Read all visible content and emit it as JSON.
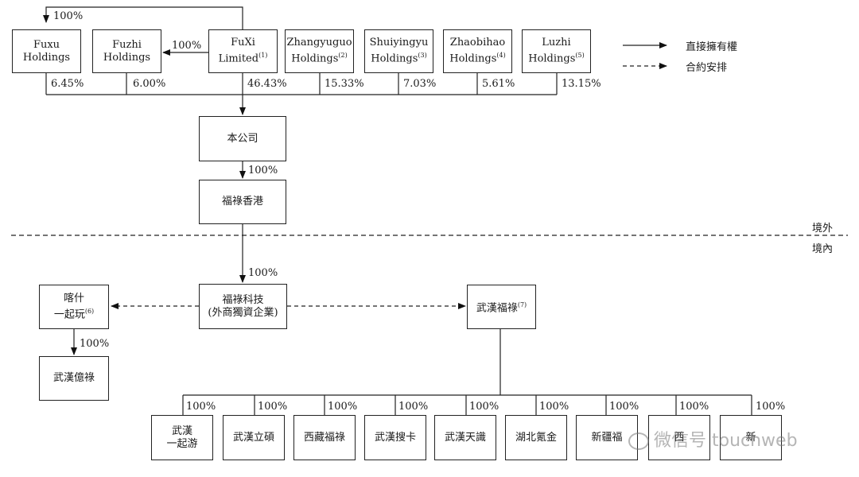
{
  "shareholders": {
    "fuxu": {
      "line1": "Fuxu",
      "line2": "Holdings"
    },
    "fuzhi": {
      "line1": "Fuzhi",
      "line2": "Holdings"
    },
    "fuxi": {
      "line1": "FuXi",
      "line2": "Limited",
      "note": "(1)"
    },
    "zhangyuguo": {
      "line1": "Zhangyuguo",
      "line2": "Holdings",
      "note": "(2)"
    },
    "shuiyingyu": {
      "line1": "Shuiyingyu",
      "line2": "Holdings",
      "note": "(3)"
    },
    "zhaobihao": {
      "line1": "Zhaobihao",
      "line2": "Holdings",
      "note": "(4)"
    },
    "luzhi": {
      "line1": "Luzhi",
      "line2": "Holdings",
      "note": "(5)"
    }
  },
  "stakes": {
    "fuxi_to_fuxu": "100%",
    "fuxi_to_fuzhi": "100%",
    "fuxu": "6.45%",
    "fuzhi": "6.00%",
    "fuxi": "46.43%",
    "zhangyuguo": "15.33%",
    "shuiyingyu": "7.03%",
    "zhaobihao": "5.61%",
    "luzhi": "13.15%",
    "company_to_hk": "100%",
    "hk_to_tech": "100%",
    "kashgar_to_yilu": "100%"
  },
  "legend": {
    "direct": "直接擁有權",
    "contract": "合約安排"
  },
  "regions": {
    "offshore": "境外",
    "onshore": "境內"
  },
  "company": "本公司",
  "hk": "福祿香港",
  "wfoe": {
    "line1": "福祿科技",
    "line2": "(外商獨資企業)"
  },
  "kashgar": {
    "line1": "喀什",
    "line2": "一起玩",
    "note": "(6)"
  },
  "wuhan_yilu": "武漢億祿",
  "wuhan_fulu": {
    "name": "武漢福祿",
    "note": "(7)"
  },
  "subsidiaries": [
    {
      "line1": "武漢",
      "line2": "一起游",
      "pct": "100%"
    },
    {
      "line1": "武漢立碩",
      "line2": "",
      "pct": "100%"
    },
    {
      "line1": "西藏福祿",
      "line2": "",
      "pct": "100%"
    },
    {
      "line1": "武漢搜卡",
      "line2": "",
      "pct": "100%"
    },
    {
      "line1": "武漢天識",
      "line2": "",
      "pct": "100%"
    },
    {
      "line1": "湖北氪金",
      "line2": "",
      "pct": "100%"
    },
    {
      "line1": "新疆福",
      "line2": "",
      "pct": "100%"
    },
    {
      "line1": "西",
      "line2": "",
      "pct": "100%"
    },
    {
      "line1": "新",
      "line2": "",
      "pct": "100%"
    }
  ],
  "watermark": "微信号 touchweb"
}
